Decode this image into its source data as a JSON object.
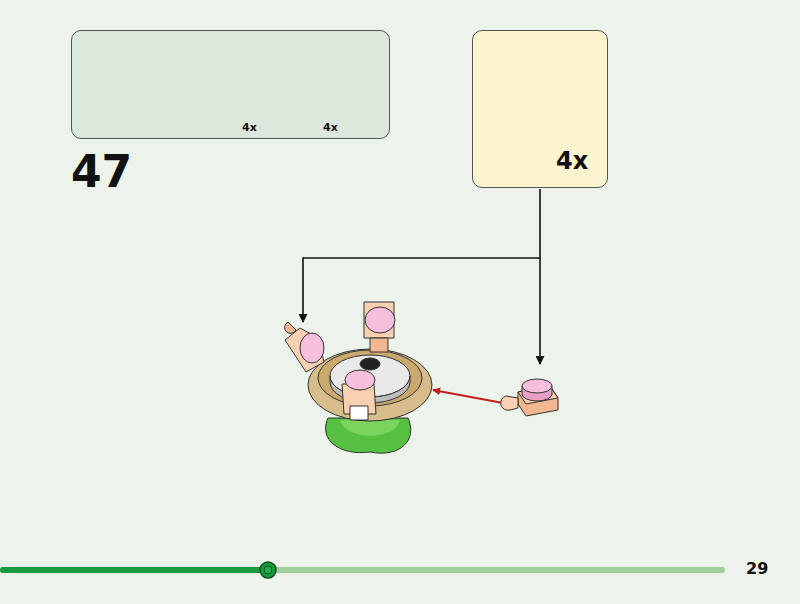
{
  "diagram": {
    "nodes": [
      {
        "text": [
          "4x",
          "4x"
        ]
      },
      {
        "text": [
          "4x"
        ]
      }
    ],
    "labels": [
      "47",
      "29"
    ]
  }
}
